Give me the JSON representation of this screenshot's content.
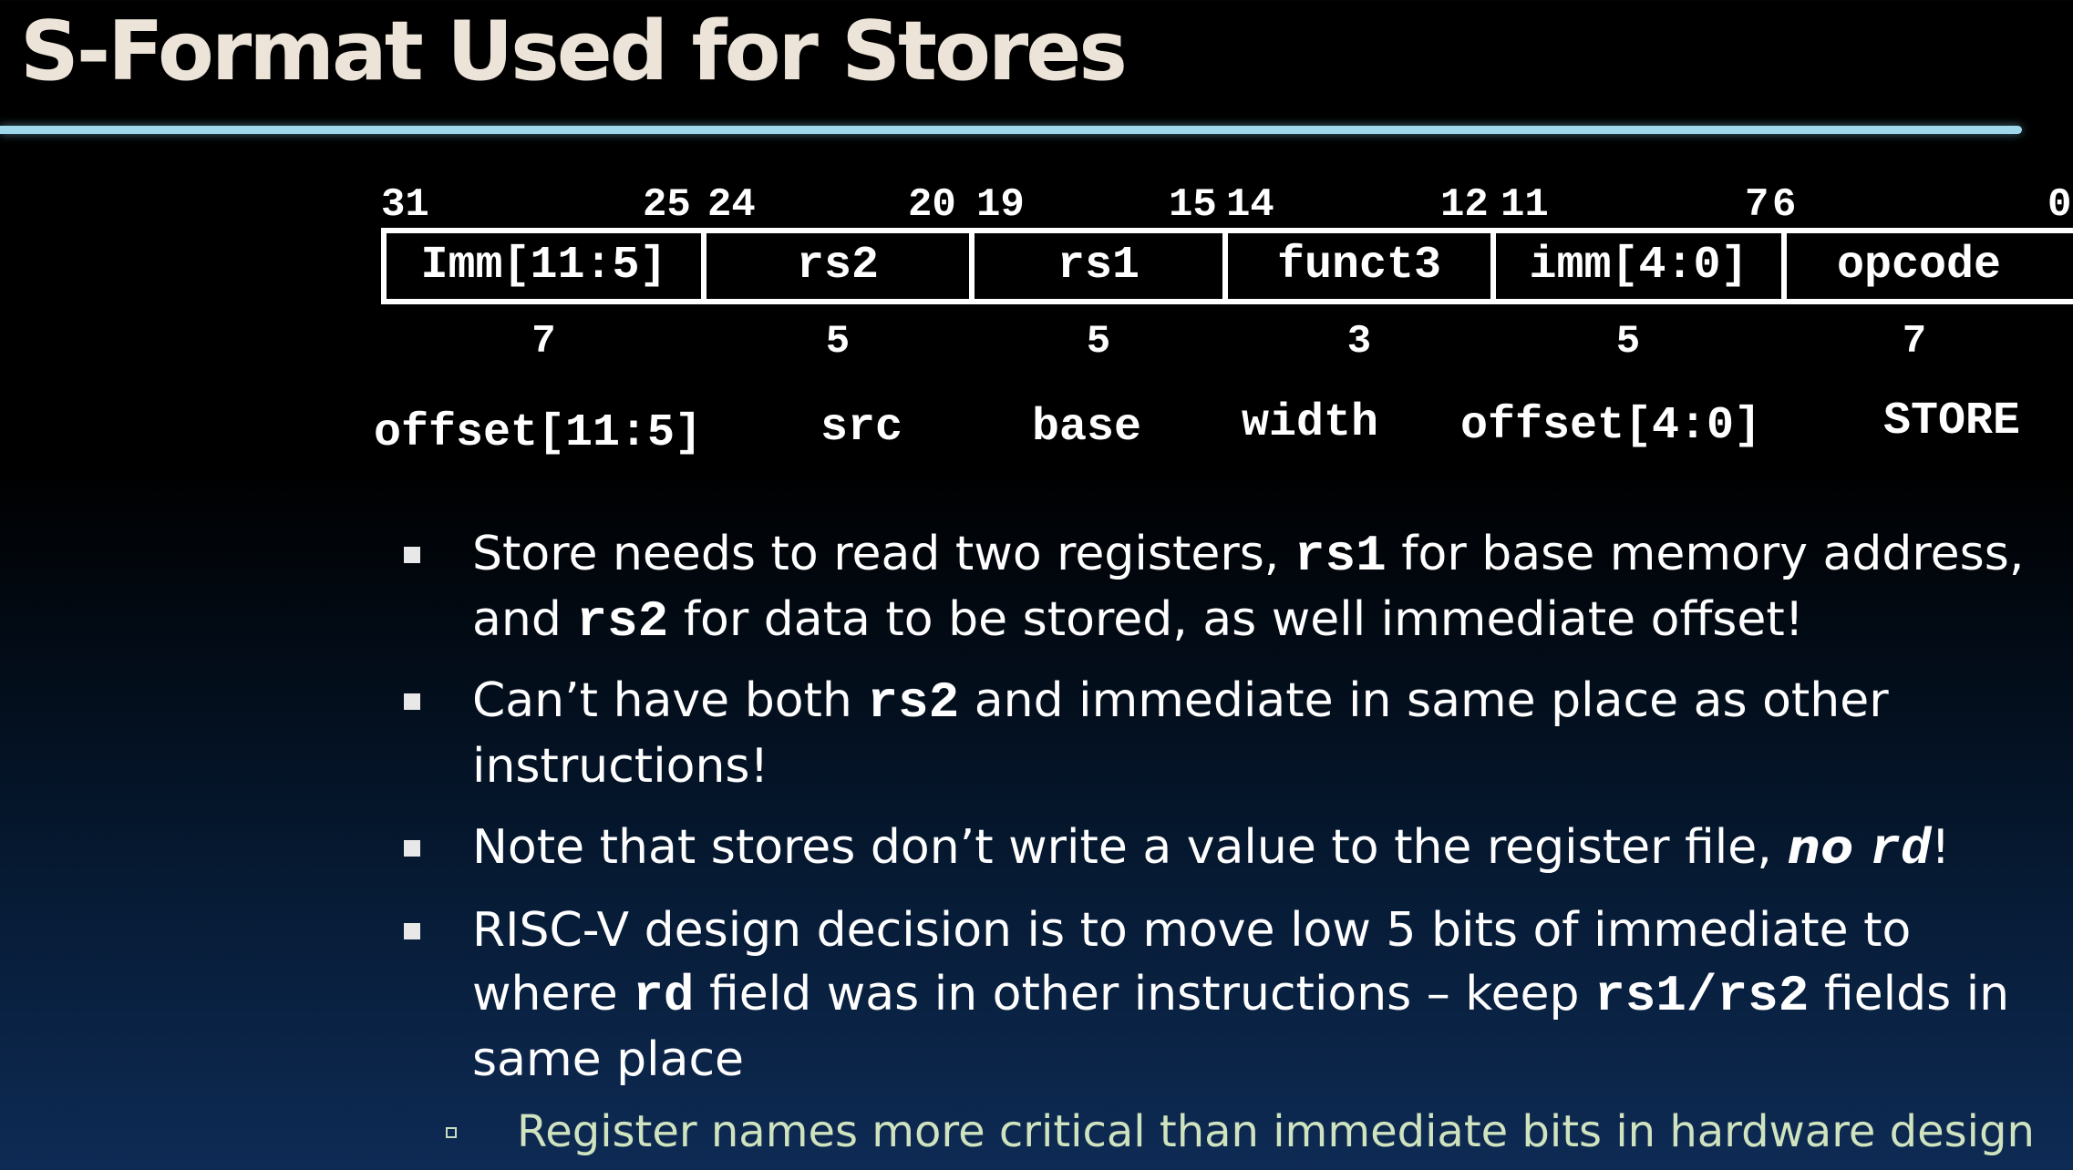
{
  "title": "S-Format Used for Stores",
  "colors": {
    "title": "#ece4d8",
    "rule": "#9fd8ea",
    "sub_bullet": "#cfe3bf"
  },
  "bit_numbers": [
    "31",
    "25",
    "24",
    "20",
    "19",
    "15",
    "14",
    "12",
    "11",
    "7",
    "6",
    "0"
  ],
  "fields": [
    {
      "label": "Imm[11:5]",
      "width": "7",
      "meaning": "offset[11:5]"
    },
    {
      "label": "rs2",
      "width": "5",
      "meaning": "src"
    },
    {
      "label": "rs1",
      "width": "5",
      "meaning": "base"
    },
    {
      "label": "funct3",
      "width": "3",
      "meaning": "width"
    },
    {
      "label": "imm[4:0]",
      "width": "5",
      "meaning": "offset[4:0]"
    },
    {
      "label": "opcode",
      "width": "7",
      "meaning": "STORE"
    }
  ],
  "bullets": [
    {
      "parts": [
        "Store needs to read two registers, ",
        "rs1",
        " for base memory address, and ",
        "rs2",
        " for data to be stored, as well immediate offset!"
      ]
    },
    {
      "parts": [
        "Can’t have both ",
        "rs2",
        " and immediate in same place as other instructions!"
      ]
    },
    {
      "parts": [
        "Note that stores don’t write a value to the register file, ",
        "no ",
        "rd",
        "!"
      ]
    },
    {
      "parts": [
        "RISC-V design decision is to move low 5 bits of immediate to where ",
        "rd",
        " field was in other instructions – keep ",
        "rs1/rs2",
        " fields in same place"
      ]
    }
  ],
  "sub_bullet": "Register names more critical than immediate bits in hardware design"
}
